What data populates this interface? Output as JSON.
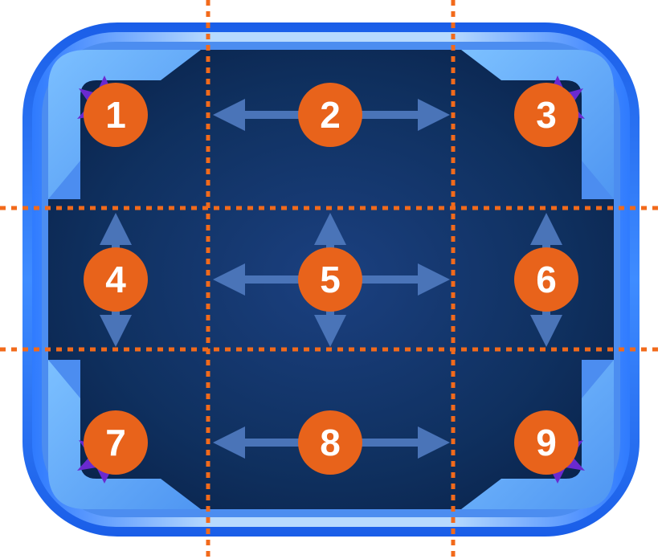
{
  "colors": {
    "frame_outer": "#1f6af0",
    "frame_light": "#6eb6ff",
    "frame_pale": "#dbecff",
    "panel_dark": "#0b2a58",
    "panel_center": "#1b3f79",
    "guide": "#f26a1b",
    "badge": "#e8631b",
    "arrow": "#4a74b8",
    "gem": "#6a2ad0"
  },
  "regions": [
    {
      "id": 1,
      "label": "1",
      "stretch": "none"
    },
    {
      "id": 2,
      "label": "2",
      "stretch": "horizontal"
    },
    {
      "id": 3,
      "label": "3",
      "stretch": "none"
    },
    {
      "id": 4,
      "label": "4",
      "stretch": "vertical"
    },
    {
      "id": 5,
      "label": "5",
      "stretch": "both"
    },
    {
      "id": 6,
      "label": "6",
      "stretch": "vertical"
    },
    {
      "id": 7,
      "label": "7",
      "stretch": "none"
    },
    {
      "id": 8,
      "label": "8",
      "stretch": "horizontal"
    },
    {
      "id": 9,
      "label": "9",
      "stretch": "none"
    }
  ]
}
